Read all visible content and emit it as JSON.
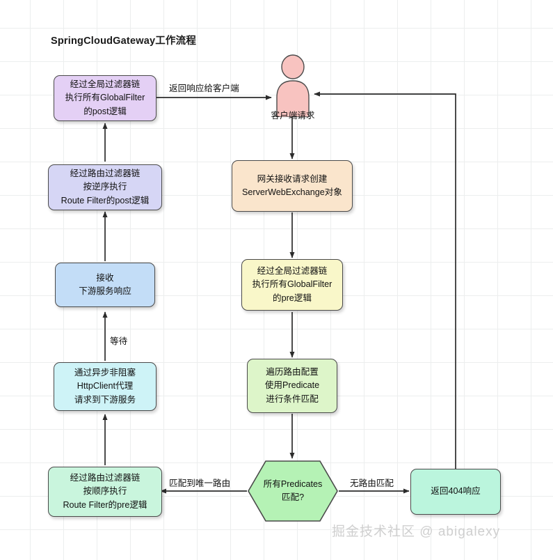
{
  "diagram": {
    "title": "SpringCloudGateway工作流程",
    "watermark": "掘金技术社区 @ abigalexy"
  },
  "actor": {
    "name": "client-actor",
    "label": "客户端请求",
    "color": "#f8c3c0"
  },
  "nodes": {
    "global_filter_post": {
      "line1": "经过全局过滤器链",
      "line2": "执行所有GlobalFilter",
      "line3": "的post逻辑",
      "fill": "#e4d0f5"
    },
    "route_filter_post": {
      "line1": "经过路由过滤器链",
      "line2": "按逆序执行",
      "line3": "Route Filter的post逻辑",
      "fill": "#d6d6f5"
    },
    "receive_response": {
      "line1": "接收",
      "line2": "下游服务响应",
      "fill": "#c3ddf7"
    },
    "proxy_request": {
      "line1": "通过异步非阻塞",
      "line2": "HttpClient代理",
      "line3": "请求到下游服务",
      "fill": "#cef3f7"
    },
    "route_filter_pre": {
      "line1": "经过路由过滤器链",
      "line2": "按顺序执行",
      "line3": "Route Filter的pre逻辑",
      "fill": "#c9f5dd"
    },
    "gateway_receive": {
      "line1": "网关接收请求创建",
      "line2": "ServerWebExchange对象",
      "fill": "#fae5cc"
    },
    "global_filter_pre": {
      "line1": "经过全局过滤器链",
      "line2": "执行所有GlobalFilter",
      "line3": "的pre逻辑",
      "fill": "#f9f7c9"
    },
    "route_predicate": {
      "line1": "遍历路由配置",
      "line2": "使用Predicate",
      "line3": "进行条件匹配",
      "fill": "#ddf5c9"
    },
    "predicates_decision": {
      "line1": "所有Predicates",
      "line2": "匹配?",
      "fill": "#b5f2b5"
    },
    "return_404": {
      "line1": "返回404响应",
      "fill": "#bbf5dd"
    }
  },
  "edge_labels": {
    "return_to_client": "返回响应给客户端",
    "wait": "等待",
    "matched_single_route": "匹配到唯一路由",
    "no_route_matched": "无路由匹配"
  },
  "colors": {
    "stroke": "#4a4a4a",
    "edge": "#2b2b2b",
    "grid": "#eceeee",
    "text": "#111111"
  }
}
